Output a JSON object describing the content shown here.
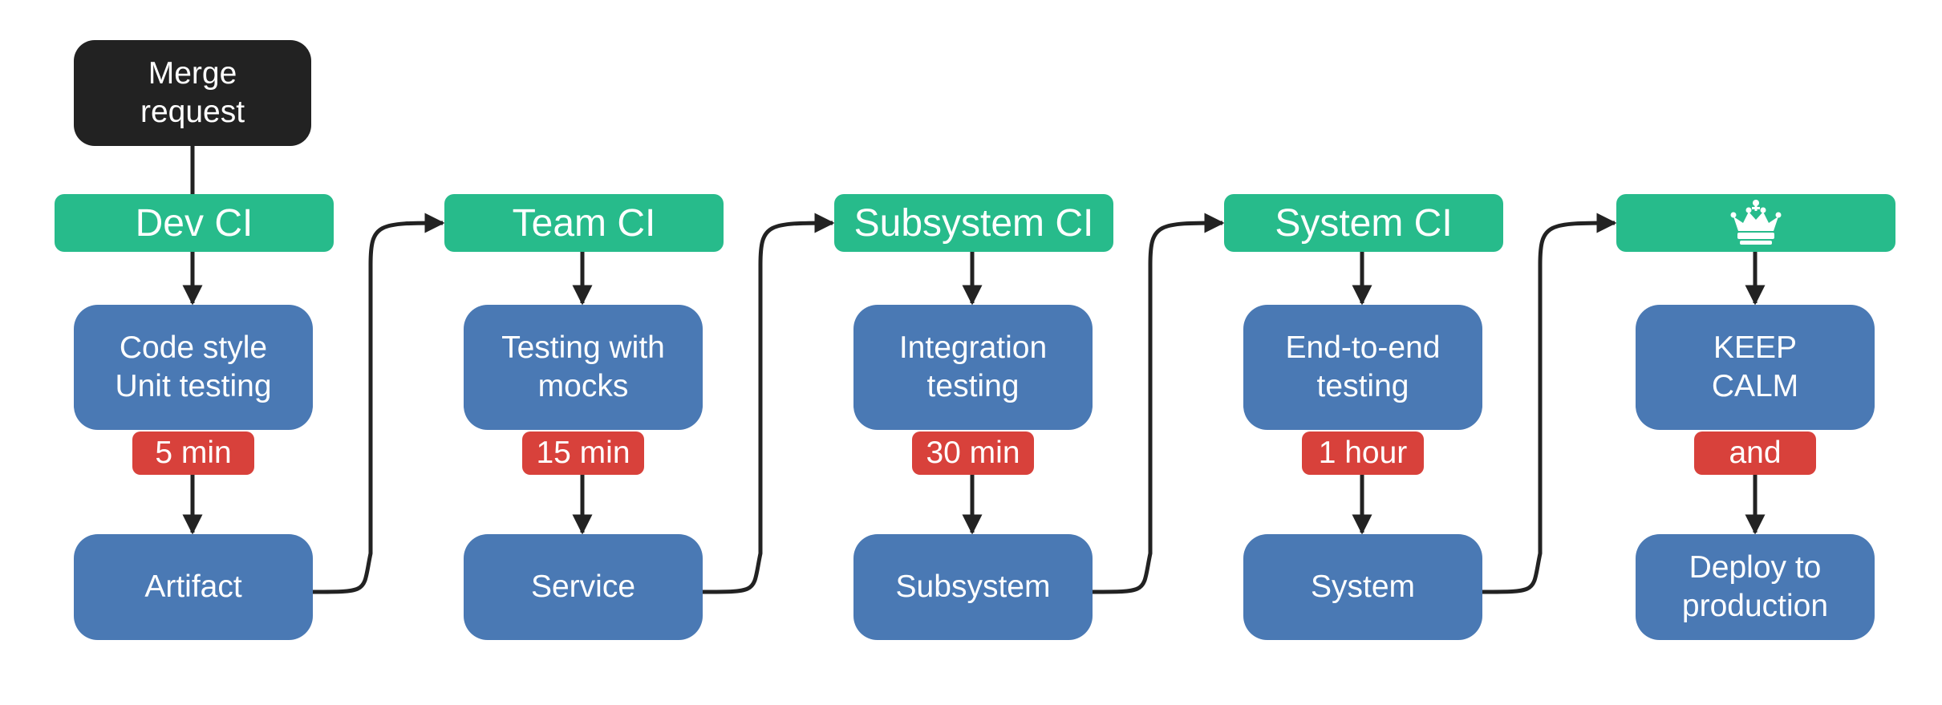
{
  "merge_request": "Merge\nrequest",
  "stages": [
    {
      "title": "Dev CI",
      "step": "Code style\nUnit testing",
      "duration": "5 min",
      "result": "Artifact"
    },
    {
      "title": "Team CI",
      "step": "Testing with\nmocks",
      "duration": "15 min",
      "result": "Service"
    },
    {
      "title": "Subsystem CI",
      "step": "Integration\ntesting",
      "duration": "30 min",
      "result": "Subsystem"
    },
    {
      "title": "System CI",
      "step": "End-to-end\ntesting",
      "duration": "1 hour",
      "result": "System"
    },
    {
      "title": "",
      "icon": "crown-icon",
      "step": "KEEP\nCALM",
      "duration": "and",
      "result": "Deploy to\nproduction"
    }
  ],
  "colors": {
    "start": "#222222",
    "stage": "#27bb8b",
    "step": "#4a79b4",
    "duration": "#d8413b",
    "arrow": "#222222"
  }
}
